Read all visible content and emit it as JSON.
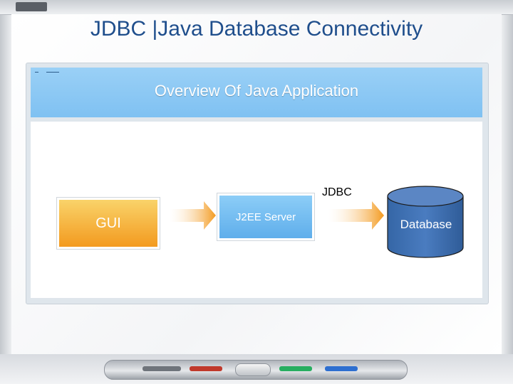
{
  "header": {
    "title": "JDBC |Java Database Connectivity"
  },
  "slide": {
    "title": "Overview Of Java Application"
  },
  "diagram": {
    "nodes": {
      "gui": "GUI",
      "server": "J2EE Server",
      "database": "Database"
    },
    "edge_label": "JDBC"
  },
  "colors": {
    "title_text": "#1f4e8c",
    "header_band": "#7fc1f2",
    "gui_fill": "#f39a1f",
    "server_fill": "#5faeeb",
    "database_fill": "#3f6fb0",
    "arrow": "#f39a1f"
  },
  "icons": [
    "whiteboard-frame",
    "pen-tray",
    "eraser-icon"
  ]
}
